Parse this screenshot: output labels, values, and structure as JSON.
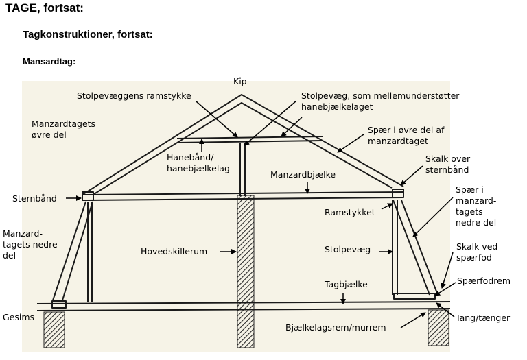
{
  "header": {
    "title": "TAGE, fortsat:",
    "subtitle": "Tagkonstruktioner, fortsat:",
    "section": "Mansardtag:"
  },
  "diagram": {
    "labels": {
      "kip": "Kip",
      "stolpevaeggens_ramstykke": "Stolpevæggens ramstykke",
      "stolpevaeg_line1": "Stolpevæg, som mellemunderstøtter",
      "stolpevaeg_line2": "hanebjælkelaget",
      "manzard_ovre_line1": "Manzardtagets",
      "manzard_ovre_line2": "øvre del",
      "spaer_ovre_line1": "Spær i øvre del af",
      "spaer_ovre_line2": "manzardtaget",
      "haneband_line1": "Hanebånd/",
      "haneband_line2": "hanebjælkelag",
      "skalk_over_line1": "Skalk over",
      "skalk_over_line2": "sternbånd",
      "manzardbjaelke": "Manzardbjælke",
      "sternband": "Sternbånd",
      "spaer_nedre_line1": "Spær i",
      "spaer_nedre_line2": "manzard-",
      "spaer_nedre_line3": "tagets",
      "spaer_nedre_line4": "nedre del",
      "ramstykket": "Ramstykket",
      "manzard_nedre_line1": "Manzard-",
      "manzard_nedre_line2": "tagets nedre",
      "manzard_nedre_line3": "del",
      "hovedskillerum": "Hovedskillerum",
      "stolpevaeg": "Stolpevæg",
      "skalk_ved_line1": "Skalk ved",
      "skalk_ved_line2": "spærfod",
      "spaerfodrem": "Spærfodrem",
      "tagbjaelke": "Tagbjælke",
      "gesims": "Gesims",
      "tang": "Tang/tænger",
      "bjaelkelagsrem": "Bjælkelagsrem/murrem"
    }
  }
}
